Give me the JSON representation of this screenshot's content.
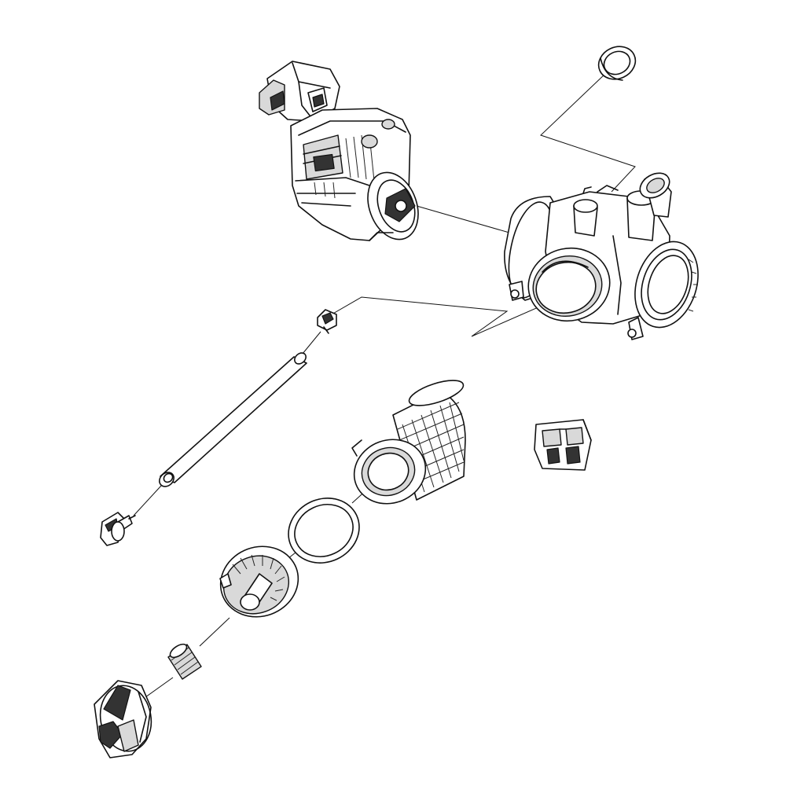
{
  "diagram": {
    "background": "#ffffff",
    "line_color": "#111111",
    "shade_color": "#d9d9d9",
    "parts": [
      "motor",
      "seal-ring-top",
      "pump-housing",
      "clip",
      "rod",
      "screw",
      "filter-cartridge",
      "o-ring",
      "filter-cap",
      "spring",
      "knob",
      "connector-block"
    ]
  }
}
